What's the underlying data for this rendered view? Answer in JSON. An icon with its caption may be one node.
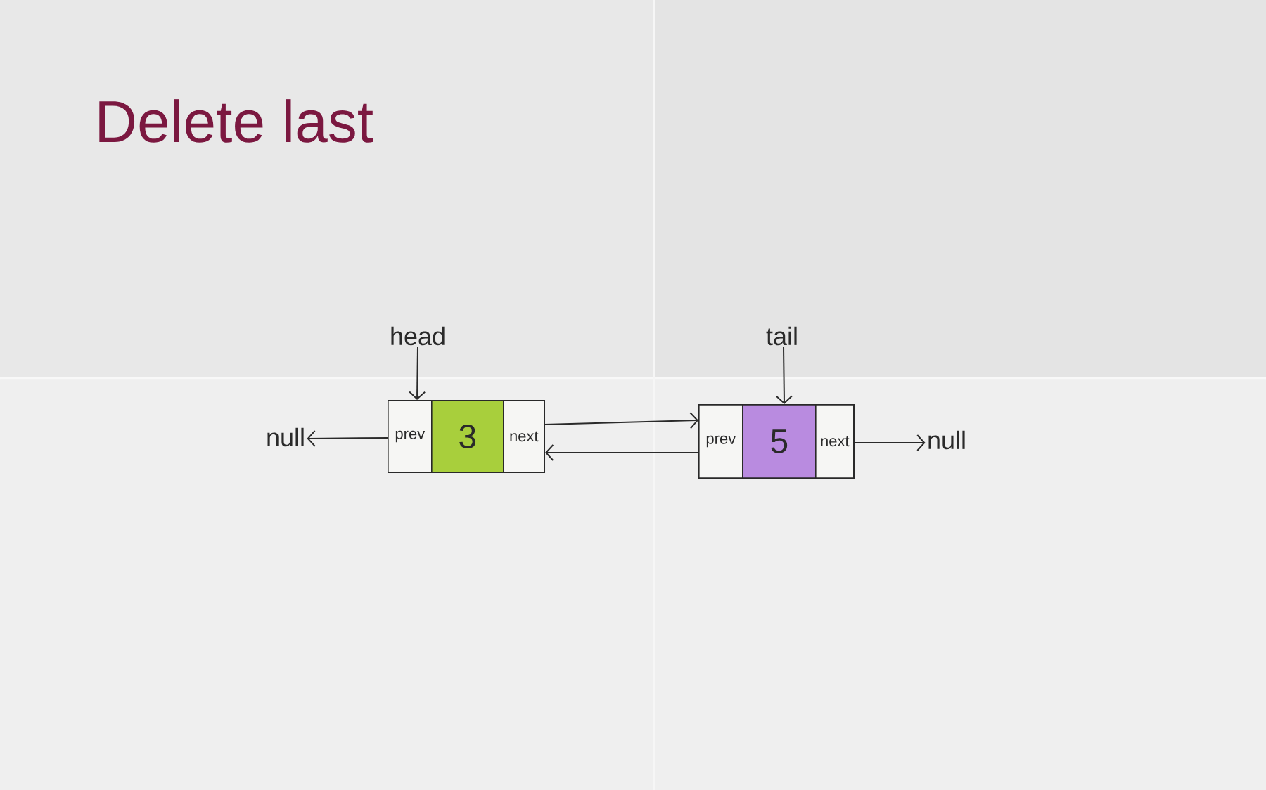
{
  "diagram": {
    "title": "Delete last",
    "nodes": [
      {
        "text": [
          "head"
        ]
      },
      {
        "text": [
          "tail"
        ]
      },
      {
        "text": [
          "null"
        ]
      },
      {
        "text": [],
        "shape": "box"
      },
      {
        "text": [
          "prev"
        ],
        "in": 3
      },
      {
        "text": [
          "3"
        ],
        "in": 3
      },
      {
        "text": [
          "next"
        ],
        "in": 3
      },
      {
        "text": [],
        "shape": "box"
      },
      {
        "text": [
          "prev"
        ],
        "in": 7
      },
      {
        "text": [
          "5"
        ],
        "in": 7
      },
      {
        "text": [
          "next"
        ],
        "in": 7
      },
      {
        "text": [
          "null"
        ]
      }
    ],
    "edges": [
      {
        "from": 0,
        "to": 3,
        "arrow": "to"
      },
      {
        "from": 1,
        "to": 7,
        "arrow": "to"
      },
      {
        "from": 4,
        "to": 2,
        "arrow": "to"
      },
      {
        "from": 6,
        "to": 7,
        "arrow": "to"
      },
      {
        "from": 8,
        "to": 3,
        "arrow": "to"
      },
      {
        "from": 10,
        "to": 11,
        "arrow": "to"
      }
    ]
  }
}
